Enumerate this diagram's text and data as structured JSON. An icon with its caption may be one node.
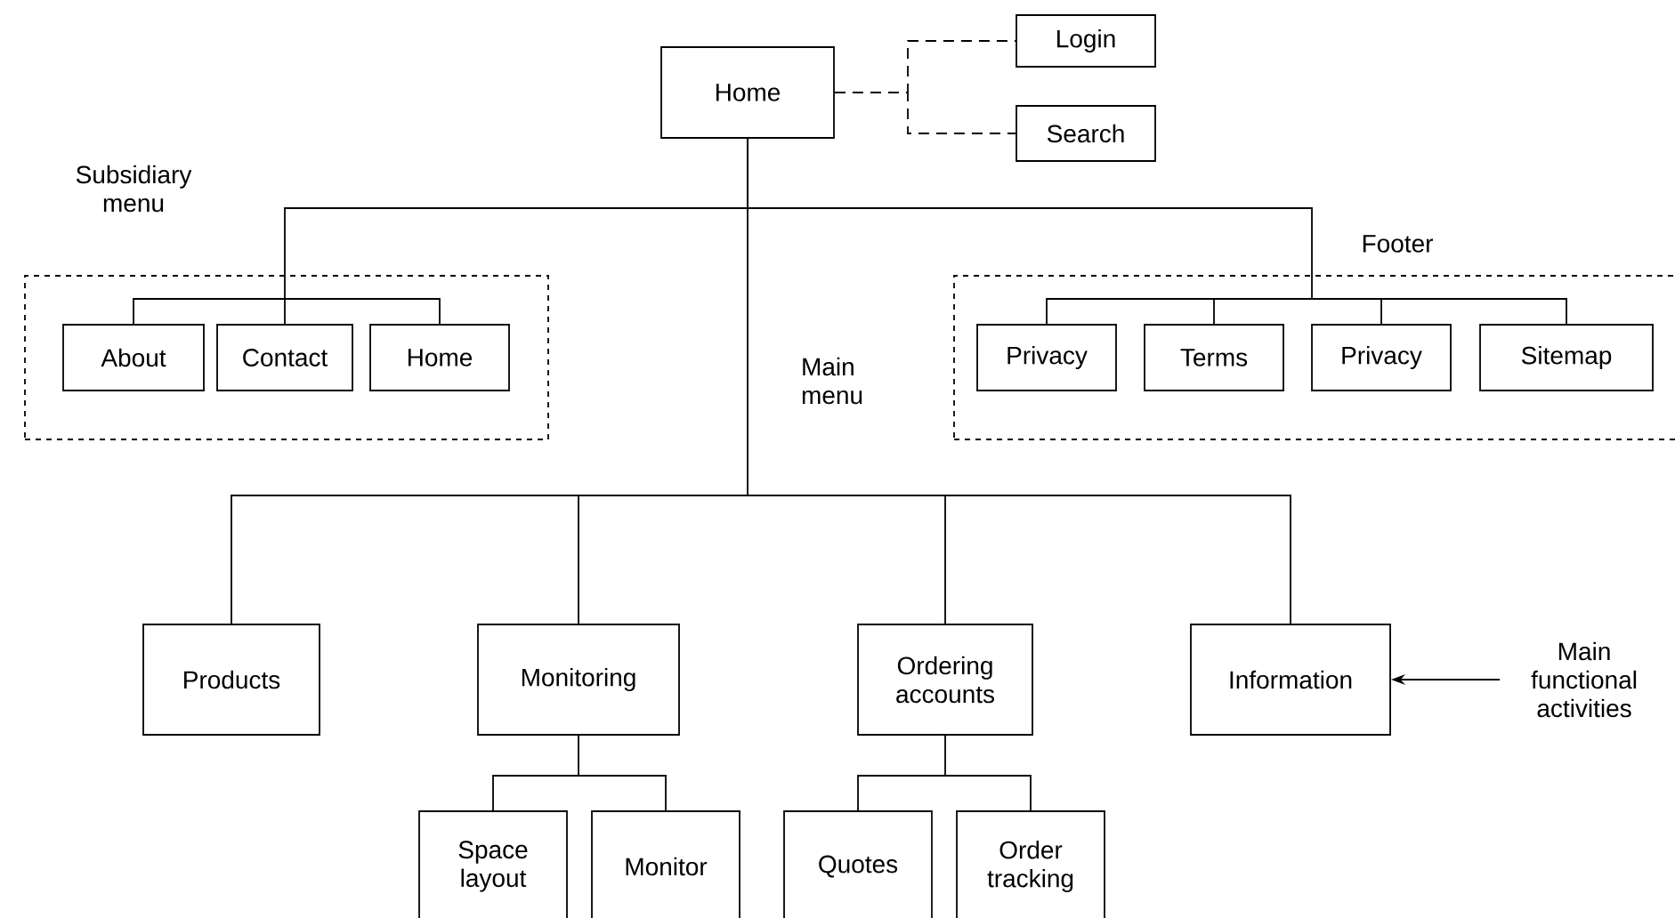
{
  "diagram": {
    "nodes": [
      {
        "text": [
          "Home"
        ]
      },
      {
        "text": [
          "Login"
        ]
      },
      {
        "text": [
          "Search"
        ]
      },
      {
        "text": [
          "Subsidiary menu"
        ]
      },
      {
        "text": [
          "About"
        ],
        "in": 3
      },
      {
        "text": [
          "Contact"
        ],
        "in": 3
      },
      {
        "text": [
          "Home"
        ],
        "in": 3
      },
      {
        "text": [
          "Footer"
        ]
      },
      {
        "text": [
          "Privacy"
        ],
        "in": 7
      },
      {
        "text": [
          "Terms"
        ],
        "in": 7
      },
      {
        "text": [
          "Privacy"
        ],
        "in": 7
      },
      {
        "text": [
          "Sitemap"
        ],
        "in": 7
      },
      {
        "text": [
          "Products"
        ]
      },
      {
        "text": [
          "Monitoring"
        ]
      },
      {
        "text": [
          "Ordering accounts"
        ]
      },
      {
        "text": [
          "Information"
        ]
      },
      {
        "text": [
          "Space layout"
        ]
      },
      {
        "text": [
          "Monitor"
        ]
      },
      {
        "text": [
          "Quotes"
        ]
      },
      {
        "text": [
          "Order tracking"
        ]
      },
      {
        "text": [
          "Main functional activities"
        ]
      }
    ],
    "edges": [
      {
        "from": 0,
        "to": 1,
        "arrow": "none",
        "style": "dashed"
      },
      {
        "from": 0,
        "to": 2,
        "arrow": "none",
        "style": "dashed"
      },
      {
        "from": 0,
        "to": 4,
        "arrow": "none"
      },
      {
        "from": 0,
        "to": 5,
        "arrow": "none"
      },
      {
        "from": 0,
        "to": 6,
        "arrow": "none"
      },
      {
        "from": 0,
        "to": 8,
        "arrow": "none"
      },
      {
        "from": 0,
        "to": 9,
        "arrow": "none"
      },
      {
        "from": 0,
        "to": 10,
        "arrow": "none"
      },
      {
        "from": 0,
        "to": 11,
        "arrow": "none"
      },
      {
        "from": 0,
        "to": 12,
        "arrow": "none"
      },
      {
        "from": 0,
        "to": 13,
        "arrow": "none"
      },
      {
        "from": 0,
        "to": 14,
        "arrow": "none"
      },
      {
        "from": 0,
        "to": 15,
        "arrow": "none"
      },
      {
        "from": 13,
        "to": 16,
        "arrow": "none"
      },
      {
        "from": 13,
        "to": 17,
        "arrow": "none"
      },
      {
        "from": 14,
        "to": 18,
        "arrow": "none"
      },
      {
        "from": 14,
        "to": 19,
        "arrow": "none"
      },
      {
        "from": 20,
        "to": 15,
        "arrow": "to"
      }
    ],
    "labels": [
      "Main menu"
    ]
  }
}
